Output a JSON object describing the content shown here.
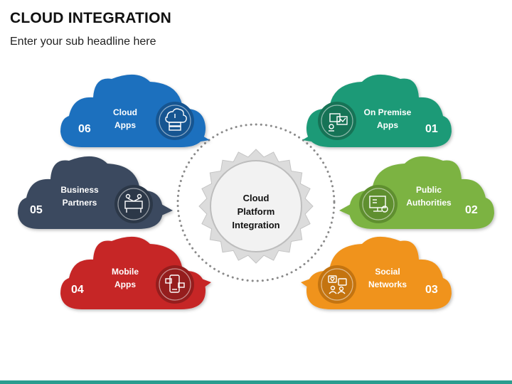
{
  "header": {
    "title": "CLOUD INTEGRATION",
    "subtitle": "Enter your sub headline here"
  },
  "center": {
    "lines": [
      "Cloud",
      "Platform",
      "Integration"
    ]
  },
  "clouds": [
    {
      "id": "cloud-apps",
      "number": "06",
      "lines": [
        "Cloud",
        "Apps"
      ],
      "color": "#1f6fbe",
      "icon": "cloud-server-icon"
    },
    {
      "id": "on-premise-apps",
      "number": "01",
      "lines": [
        "On Premise",
        "Apps"
      ],
      "color": "#1f9a77",
      "icon": "dashboard-apps-icon"
    },
    {
      "id": "business-partners",
      "number": "05",
      "lines": [
        "Business",
        "Partners"
      ],
      "color": "#3b4a5e",
      "icon": "handshake-icon"
    },
    {
      "id": "public-authorities",
      "number": "02",
      "lines": [
        "Public",
        "Authorities"
      ],
      "color": "#7cb342",
      "icon": "document-monitor-icon"
    },
    {
      "id": "mobile-apps",
      "number": "04",
      "lines": [
        "Mobile",
        "Apps"
      ],
      "color": "#c62828",
      "icon": "mobile-apps-icon"
    },
    {
      "id": "social-networks",
      "number": "03",
      "lines": [
        "Social",
        "Networks"
      ],
      "color": "#f0931c",
      "icon": "social-network-icon"
    }
  ]
}
